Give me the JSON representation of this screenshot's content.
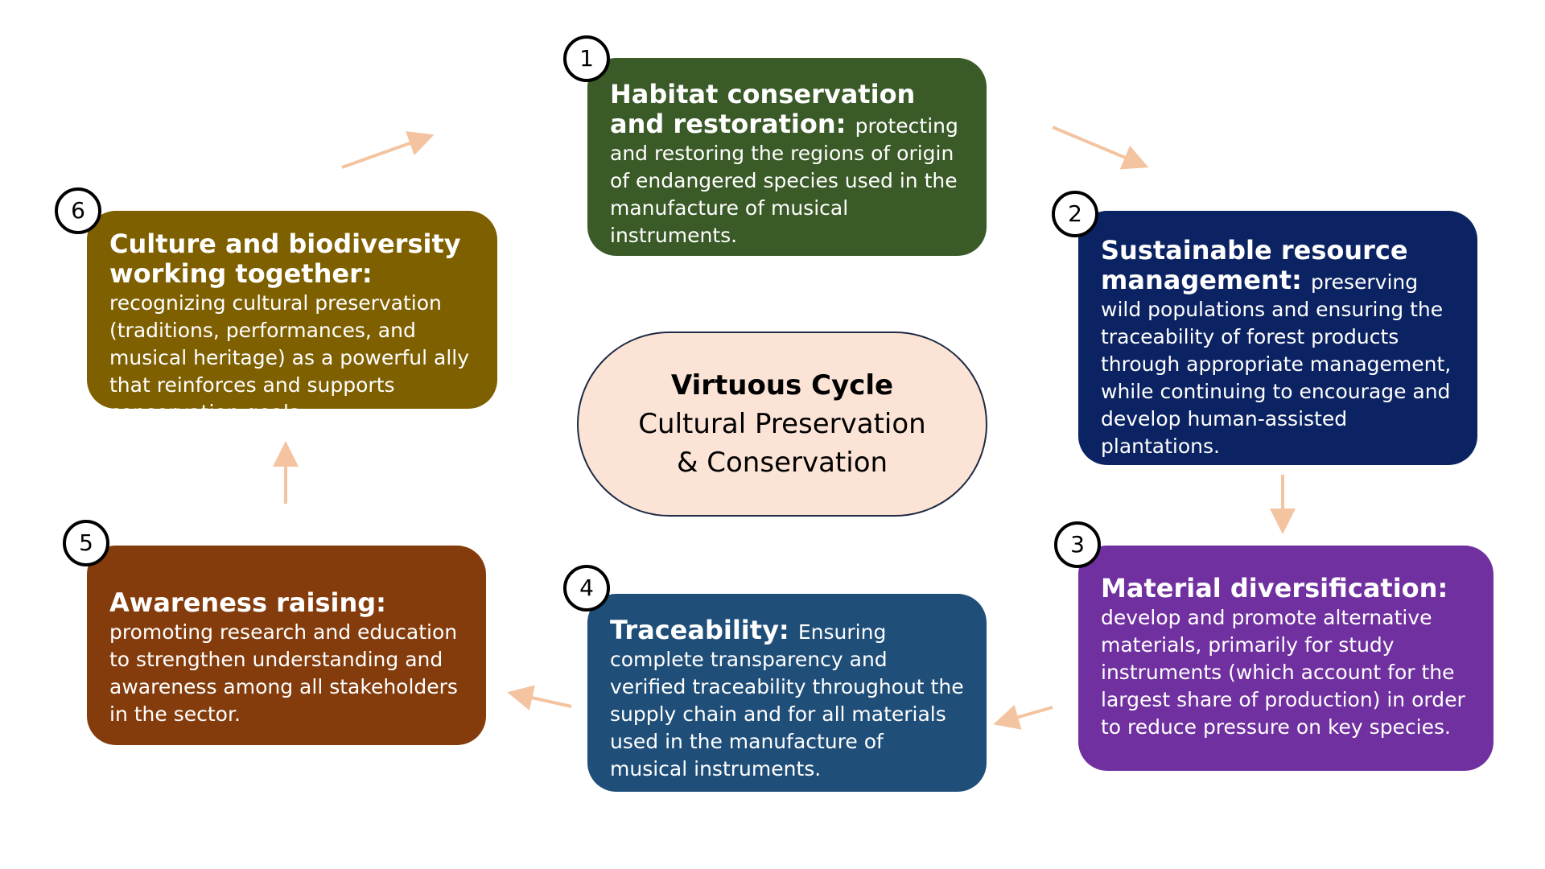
{
  "center": {
    "title": "Virtuous Cycle",
    "line1": "Cultural Preservation",
    "line2": "& Conservation",
    "fill": "#fbe4d6"
  },
  "arrow_color": "#f4c4a0",
  "steps": [
    {
      "number": "1",
      "title": "Habitat conservation and restoration:",
      "body": "protecting and restoring the regions of origin of endangered species used in the manufacture of musical instruments.",
      "color": "#3a5a27"
    },
    {
      "number": "2",
      "title": "Sustainable resource management:",
      "body": "preserving wild populations and ensuring the traceability of forest products through appropriate management, while continuing to encourage and develop human-assisted plantations.",
      "color": "#0b2362"
    },
    {
      "number": "3",
      "title": "Material diversification:",
      "body": "develop and promote alternative materials, primarily for study instruments (which account for the largest share of production) in order to reduce pressure on key species.",
      "color": "#7030a0"
    },
    {
      "number": "4",
      "title": "Traceability:",
      "body": "Ensuring complete transparency and verified traceability throughout the supply chain and for all materials used in the manufacture of musical instruments.",
      "color": "#1f4e79"
    },
    {
      "number": "5",
      "title": "Awareness raising:",
      "body": "promoting research and education to strengthen understanding and awareness among all stakeholders in the sector.",
      "color": "#843c0c"
    },
    {
      "number": "6",
      "title": "Culture and biodiversity working together:",
      "body": "recognizing cultural preservation (traditions, performances, and musical heritage) as a powerful ally that reinforces and supports conservation goals",
      "color": "#7f6000"
    }
  ]
}
